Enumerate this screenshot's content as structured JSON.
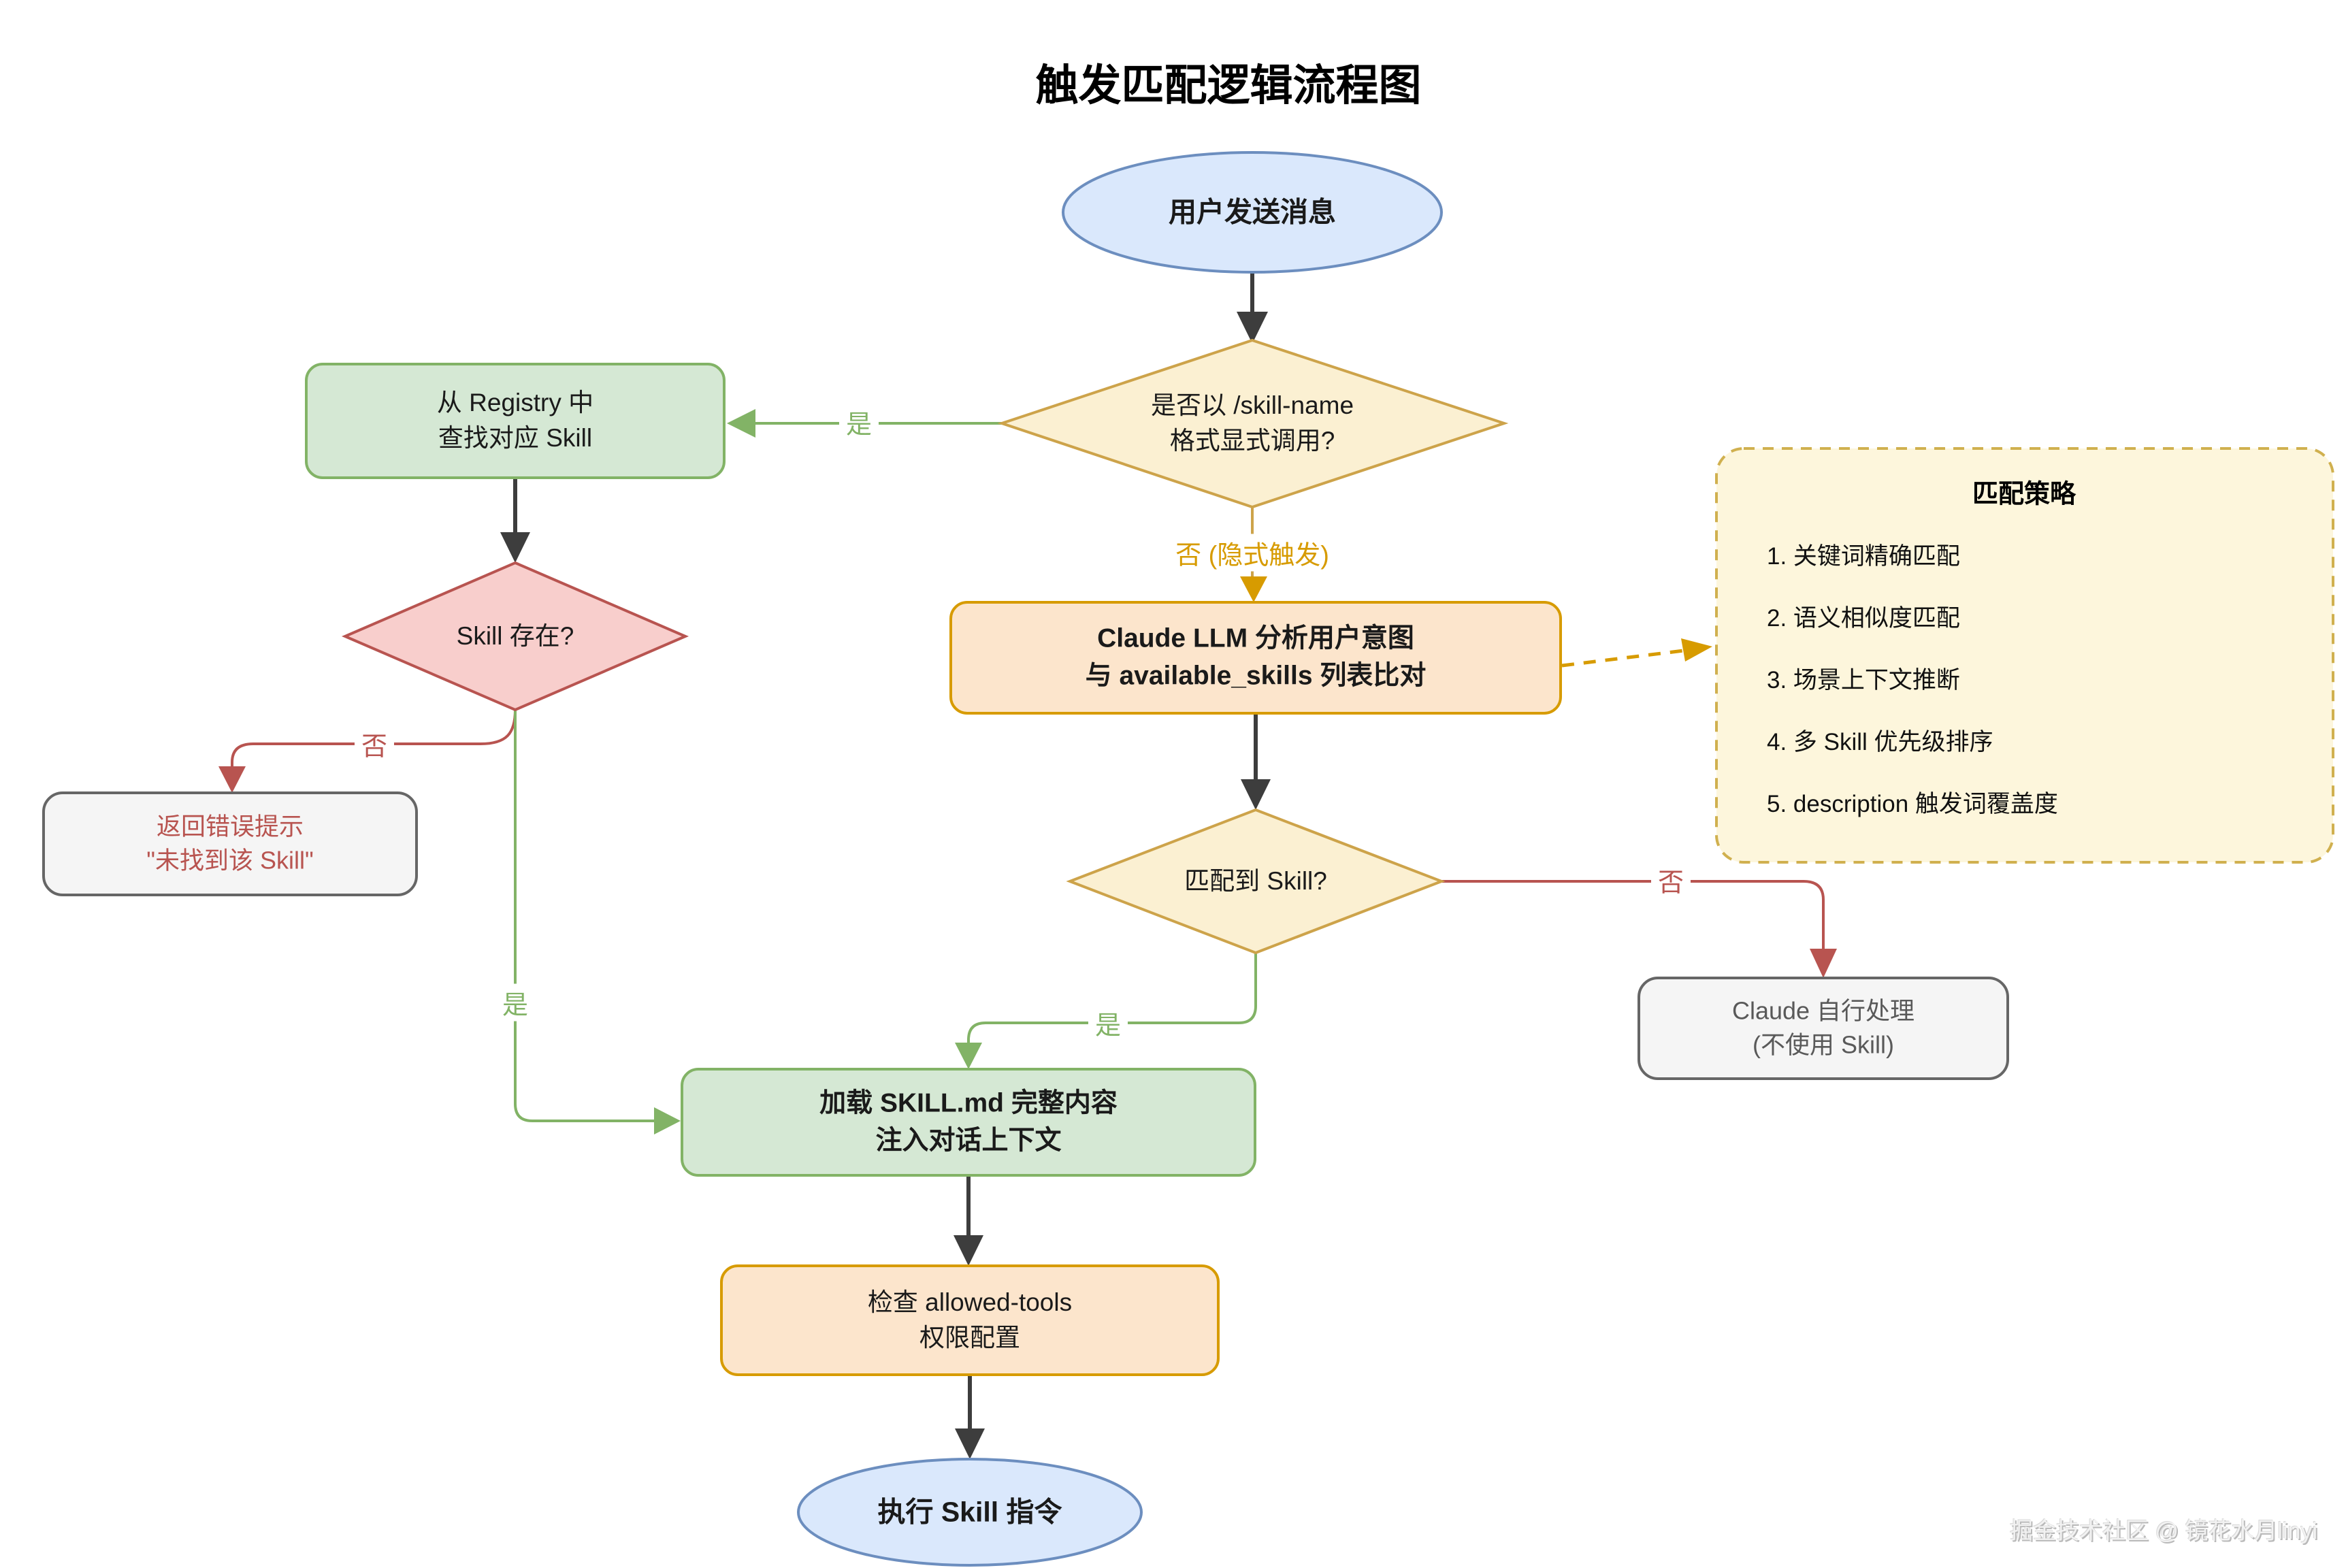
{
  "title": "触发匹配逻辑流程图",
  "watermark": "掘金技术社区 @ 镜花水月linyi",
  "nodes": {
    "start": {
      "label": "用户发送消息"
    },
    "decision_explicit": {
      "line1": "是否以 /skill-name",
      "line2": "格式显式调用?"
    },
    "registry": {
      "line1": "从 Registry 中",
      "line2": "查找对应 Skill"
    },
    "decision_exists": {
      "label": "Skill 存在?"
    },
    "error": {
      "line1": "返回错误提示",
      "line2": "\"未找到该 Skill\""
    },
    "llm": {
      "line1": "Claude LLM 分析用户意图",
      "line2": "与 available_skills 列表比对"
    },
    "strategy": {
      "title": "匹配策略",
      "items": [
        "1. 关键词精确匹配",
        "2. 语义相似度匹配",
        "3. 场景上下文推断",
        "4. 多 Skill 优先级排序",
        "5. description 触发词覆盖度"
      ]
    },
    "decision_matched": {
      "label": "匹配到 Skill?"
    },
    "fallback": {
      "line1": "Claude 自行处理",
      "line2": "(不使用 Skill)"
    },
    "load": {
      "line1": "加载 SKILL.md 完整内容",
      "line2": "注入对话上下文"
    },
    "check": {
      "line1": "检查 allowed-tools",
      "line2": "权限配置"
    },
    "exec": {
      "label": "执行 Skill 指令"
    }
  },
  "edge_labels": {
    "yes": "是",
    "no": "否",
    "no_implicit": "否 (隐式触发)"
  },
  "colors": {
    "blue_fill": "#DAE8FC",
    "blue_stroke": "#6C8EBF",
    "yellow_fill": "#FBF0D2",
    "yellow_stroke": "#CDA34A",
    "orange_fill": "#FCE5CC",
    "orange_stroke": "#D79B00",
    "green_fill": "#D5E8D4",
    "green_stroke": "#82B366",
    "red_fill": "#F8CECC",
    "red_stroke": "#B85450",
    "gray_fill": "#F5F5F5",
    "gray_stroke": "#666666",
    "strategy_fill": "#FDF6DC",
    "strategy_stroke": "#D0B04F",
    "arrow_black": "#3D3D3D"
  }
}
